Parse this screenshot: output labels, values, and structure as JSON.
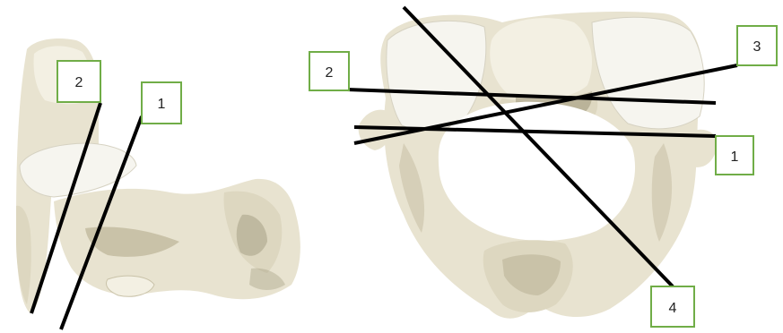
{
  "callouts": {
    "left": [
      {
        "label": "2"
      },
      {
        "label": "1"
      }
    ],
    "right": [
      {
        "label": "2"
      },
      {
        "label": "3"
      },
      {
        "label": "1"
      },
      {
        "label": "4"
      }
    ]
  },
  "colors": {
    "label_border": "#70ad47",
    "leader_line": "#000000",
    "bone": "#e8e3d0"
  }
}
